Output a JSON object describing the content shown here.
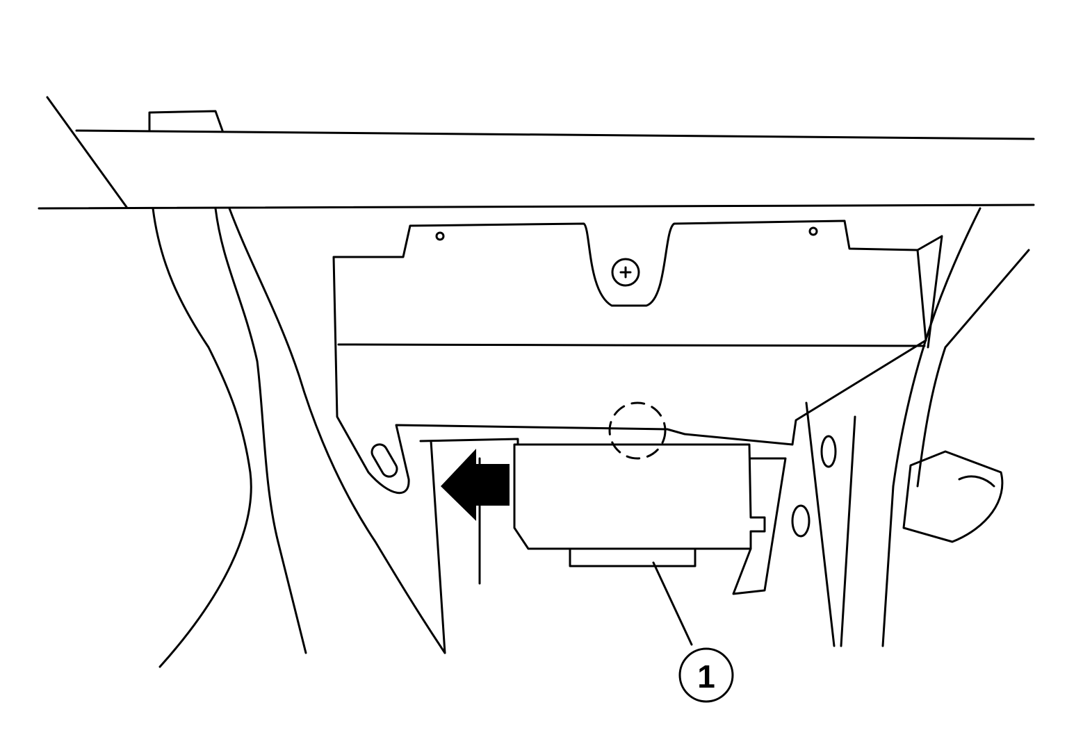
{
  "figure": {
    "description": "Line drawing: control unit mounted under bracket, with harnesses, removal arrow and callout",
    "colors": {
      "line": "#000000",
      "background": "#ffffff"
    },
    "callouts": [
      {
        "label": "1",
        "target": "control-unit"
      }
    ],
    "arrow_direction": "left"
  }
}
